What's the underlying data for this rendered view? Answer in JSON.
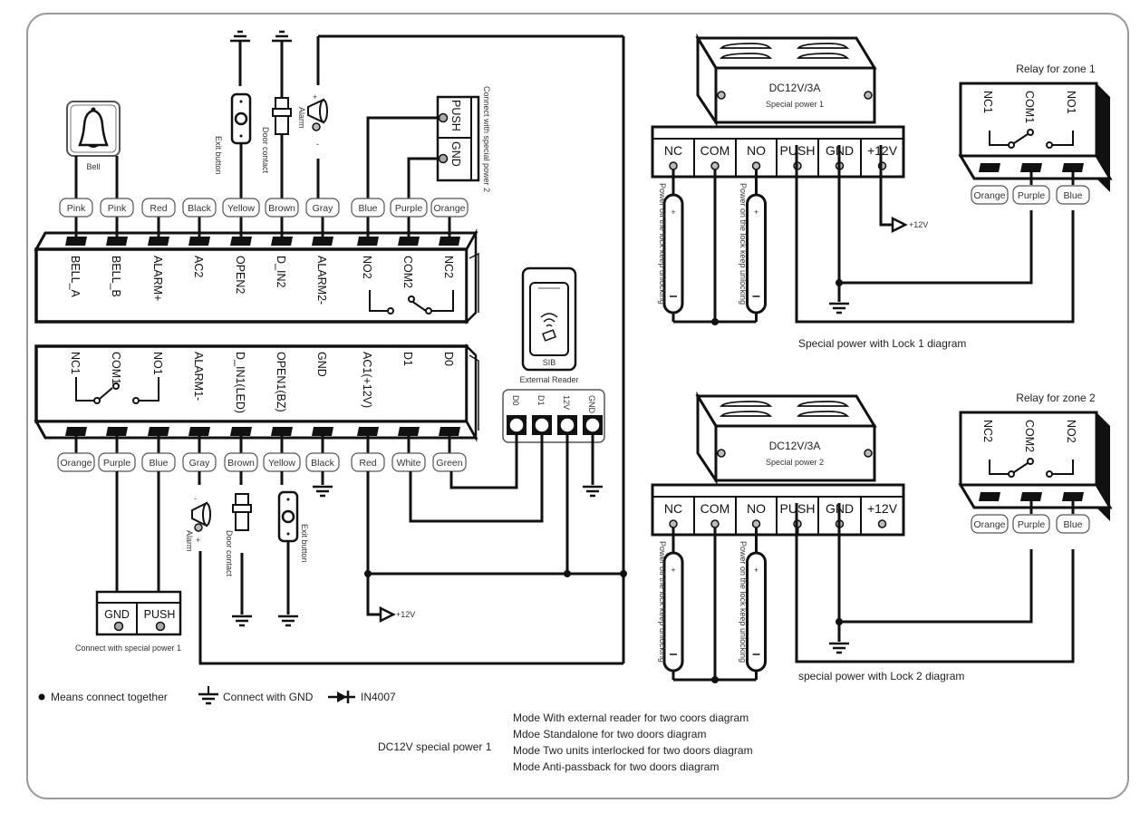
{
  "bell": {
    "label": "Bell"
  },
  "top_devices": {
    "exit_button": "Exit button",
    "door_contact": "Door contact",
    "alarm": "Alarm",
    "alarm_plus": "+",
    "alarm_minus": "-",
    "special_power2_note": "Connect with special power 2",
    "push": "PUSH",
    "gnd": "GND"
  },
  "upper_strip": {
    "wires": [
      "Pink",
      "Pink",
      "Red",
      "Black",
      "Yellow",
      "Brown",
      "Gray",
      "Blue",
      "Purple",
      "Orange"
    ],
    "terminals": [
      "BELL_A",
      "BELL_B",
      "ALARM+",
      "AC2",
      "OPEN2",
      "D_IN2",
      "ALARM2-",
      "NO2",
      "COM2",
      "NC2"
    ]
  },
  "lower_strip": {
    "terminals": [
      "NC1",
      "COM1",
      "NO1",
      "ALARM1-",
      "D_IN1(LED)",
      "OPEN1(BZ)",
      "GND",
      "AC1(+12V)",
      "D1",
      "D0"
    ],
    "wires": [
      "Orange",
      "Purple",
      "Blue",
      "Gray",
      "Brown",
      "Yellow",
      "Black",
      "Red",
      "White",
      "Green"
    ]
  },
  "reader": {
    "brand": "SIB",
    "label": "External Reader",
    "pins": [
      "D0",
      "D1",
      "12V",
      "GND"
    ]
  },
  "bottom_devices": {
    "alarm": "Alarm",
    "alarm_plus": "+",
    "alarm_minus": "-",
    "door_contact": "Door contact",
    "exit_button": "Exit button",
    "gnd": "GND",
    "push": "PUSH",
    "special_power1_note": "Connect with special power 1",
    "plus12v": "+12V"
  },
  "power_units": [
    {
      "rating": "DC12V/3A",
      "name": "Special power 1",
      "terminals": [
        "NC",
        "COM",
        "NO",
        "PUSH",
        "GND",
        "+12V"
      ],
      "lock_off_note": "Power off the lock keep unlocking",
      "lock_on_note": "Power on the lock keep unlocking",
      "plus12v": "+12V",
      "caption": "Special power with Lock 1 diagram"
    },
    {
      "rating": "DC12V/3A",
      "name": "Special power 2",
      "terminals": [
        "NC",
        "COM",
        "NO",
        "PUSH",
        "GND",
        "+12V"
      ],
      "lock_off_note": "Power off the lock keep unlocking",
      "lock_on_note": "Power on the lock keep unlocking",
      "caption": "special power with Lock 2 diagram"
    }
  ],
  "relays": [
    {
      "title": "Relay for zone 1",
      "terminals": [
        "NC1",
        "COM1",
        "NO1"
      ],
      "wires": [
        "Orange",
        "Purple",
        "Blue"
      ]
    },
    {
      "title": "Relay for zone 2",
      "terminals": [
        "NC2",
        "COM2",
        "NO2"
      ],
      "wires": [
        "Orange",
        "Purple",
        "Blue"
      ]
    }
  ],
  "legend": {
    "dot": "Means connect together",
    "gnd": "Connect with GND",
    "diode": "IN4007"
  },
  "footer": {
    "left": "DC12V special power 1",
    "modes": [
      "Mode With external reader for two coors diagram",
      "Mdoe Standalone for two doors diagram",
      "Mode Two units interlocked for two doors diagram",
      "Mode Anti-passback for two doors diagram"
    ]
  },
  "colors": {
    "line": "#111111",
    "frame": "#9a9a9a",
    "pill_border": "#555555"
  }
}
